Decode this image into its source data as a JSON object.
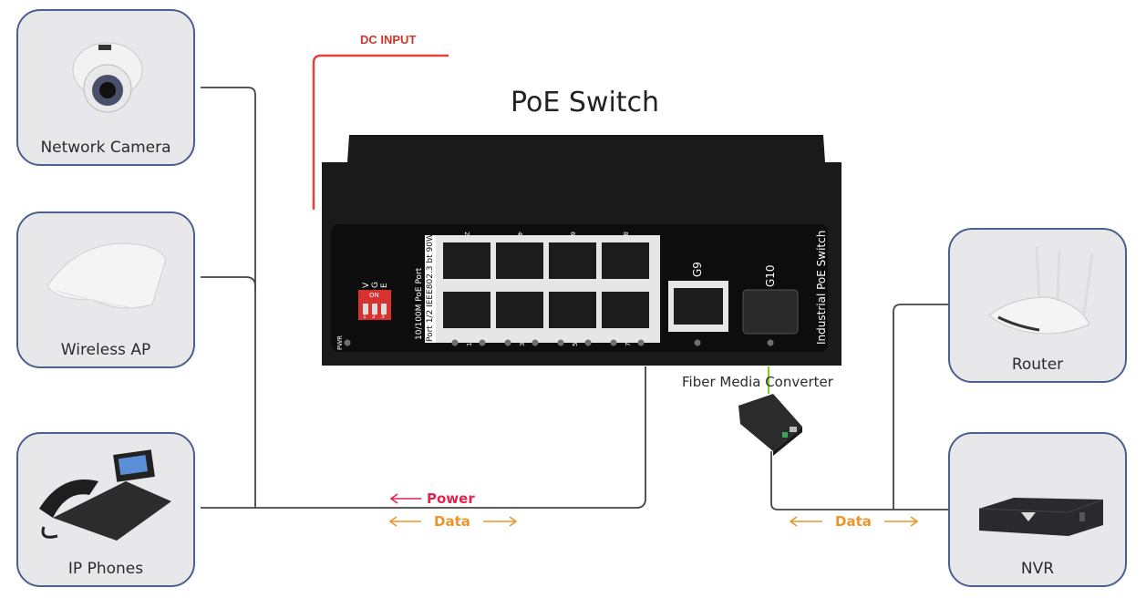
{
  "diagram": {
    "title": "PoE Switch",
    "dc_input_label": "DC INPUT",
    "devices_left": [
      {
        "label": "Network Camera",
        "icon": "dome-camera-icon"
      },
      {
        "label": "Wireless AP",
        "icon": "wireless-ap-icon"
      },
      {
        "label": "IP Phones",
        "icon": "ip-phone-icon"
      }
    ],
    "devices_right": [
      {
        "label": "Router",
        "icon": "router-icon"
      },
      {
        "label": "NVR",
        "icon": "nvr-icon"
      }
    ],
    "converter_label": "Fiber Media Converter",
    "flow_left": {
      "power": "Power",
      "data": "Data"
    },
    "flow_right": {
      "data": "Data"
    },
    "switch": {
      "side_text": "Industrial PoE Switch",
      "port_label_1": "10/100M PoE Port",
      "port_label_2": "Port 1/2 IEEE802.3 bt 90W",
      "top_port_numbers": [
        "2",
        "4",
        "6",
        "8"
      ],
      "bottom_port_numbers": [
        "1",
        "3",
        "5",
        "7"
      ],
      "uplinks": [
        "G9",
        "G10"
      ],
      "dip_labels": [
        "V",
        "G",
        "E"
      ],
      "dip_on": "ON",
      "dip_numbers": [
        "1",
        "2",
        "3"
      ],
      "pwr_label": "PWR"
    },
    "colors": {
      "power": "#e0254f",
      "data": "#e8962a",
      "dc_line": "#e8403a",
      "fiber": "#7ed321",
      "card_border": "#4d5f8c"
    }
  }
}
